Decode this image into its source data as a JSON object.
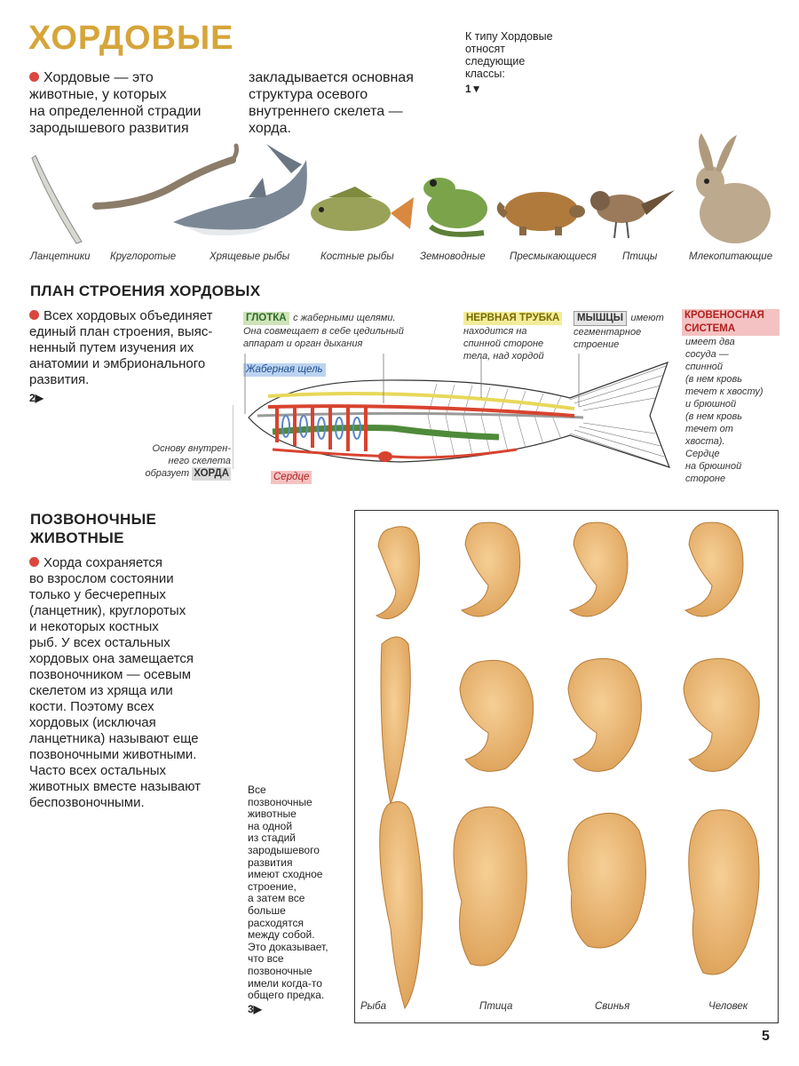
{
  "page": {
    "title": "ХОРДОВЫЕ",
    "page_number": "5"
  },
  "intro": {
    "left": "Хордовые — это животные, у которых на определенной страдии зародышевого развития",
    "left_lines": [
      "Хордовые — это",
      "животные, у которых",
      "на определенной страдии",
      "зародышевого развития"
    ],
    "right_lines": [
      "закладывается основная",
      "структура осевого",
      "внутреннего скелета —",
      "хорда."
    ],
    "classes_note_lines": [
      "К типу Хордовые",
      "относят",
      "следующие",
      "классы:"
    ],
    "classes_note_ref": "1▼"
  },
  "classes": [
    "Ланцетники",
    "Круглоротые",
    "Хрящевые рыбы",
    "Костные рыбы",
    "Земноводные",
    "Пресмыкающиеся",
    "Птицы",
    "Млекопитающие"
  ],
  "plan": {
    "heading": "ПЛАН СТРОЕНИЯ ХОРДОВЫХ",
    "text_lines": [
      "Всех хордовых объединяет",
      "единый план строения, выяс-",
      "ненный путем изучения их",
      "анатомии и эмбрионального",
      "развития."
    ],
    "ref": "2▶",
    "pharynx_label": "ГЛОТКА",
    "pharynx_text_lines": [
      "с жаберными щелями.",
      "Она совмещает в себе цедильный",
      "аппарат и орган дыхания"
    ],
    "gill_label": "Жаберная щель",
    "nerve_label": "НЕРВНАЯ ТРУБКА",
    "nerve_text_lines": [
      "находится на",
      "спинной стороне",
      "тела, над хордой"
    ],
    "muscle_label": "МЫШЦЫ",
    "muscle_text_lines": [
      "имеют",
      "сегментарное",
      "строение"
    ],
    "blood_label_lines": [
      "КРОВЕНОСНАЯ",
      "СИСТЕМА"
    ],
    "blood_text_lines": [
      "имеет два",
      "сосуда —",
      "спинной",
      "(в нем кровь",
      "течет к хвосту)",
      "и брюшной",
      "(в нем кровь",
      "течет от",
      "хвоста).",
      "Сердце",
      "на брюшной",
      "стороне"
    ],
    "chord_text_lines": [
      "Основу внутрен-",
      "него скелета",
      "образует"
    ],
    "chord_label": "ХОРДА",
    "heart_label": "Сердце"
  },
  "vertebrates": {
    "heading_lines": [
      "ПОЗВОНОЧНЫЕ",
      "ЖИВОТНЫЕ"
    ],
    "text_lines": [
      "Хорда сохраняется",
      "во взрослом состоянии",
      "только у бесчерепных",
      "(ланцетник), круглоротых",
      "и некоторых костных",
      "рыб. У всех остальных",
      "хордовых она замещается",
      "позвоночником — осевым",
      "скелетом из хряща или",
      "кости. Поэтому всех",
      "хордовых (исключая",
      "ланцетника) называют еще",
      "позвоночными животными.",
      "Часто всех остальных",
      "животных вместе называют",
      "беспозвоночными."
    ],
    "embryo_note_lines": [
      "Все",
      "позвоночные",
      "животные",
      "на одной",
      "из стадий",
      "зародышевого",
      "развития",
      "имеют сходное",
      "строение,",
      "а затем все",
      "больше",
      "расходятся",
      "между собой.",
      "Это доказывает,",
      "что все",
      "позвоночные",
      "имели когда-то",
      "общего предка."
    ],
    "ref": "3▶",
    "embryo_columns": [
      "Рыба",
      "Птица",
      "Свинья",
      "Человек"
    ]
  },
  "colors": {
    "title": "#d6a53a",
    "bullet": "#d9473f",
    "pharynx_bg": "#cfe3b8",
    "nerve_bg": "#f3ec9a",
    "gill_bg": "#bcd3f1",
    "blood_bg": "#f4c2c2",
    "chord_bg": "#d9d9d9",
    "embryo": "#e7b272"
  }
}
